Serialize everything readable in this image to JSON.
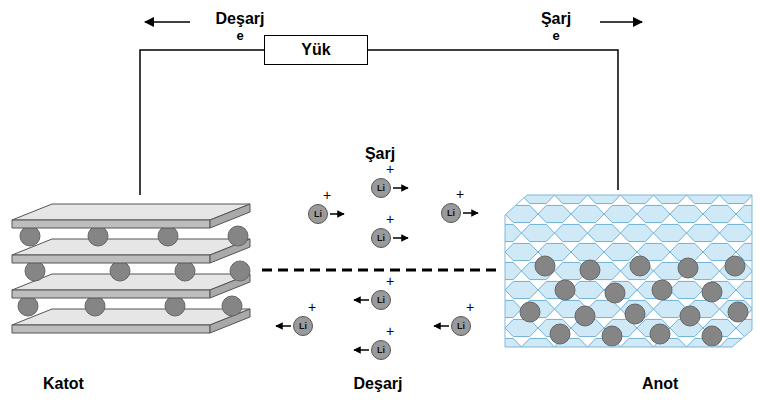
{
  "diagram": {
    "nodes": [
      {
        "text": [
          "Yük"
        ]
      },
      {
        "text": [
          "Katot"
        ]
      },
      {
        "text": [
          "Li",
          "+"
        ]
      },
      {
        "text": [
          "Li",
          "+"
        ]
      },
      {
        "text": [
          "Li",
          "+"
        ]
      },
      {
        "text": [
          "Li",
          "+"
        ]
      },
      {
        "text": [
          "Li",
          "+"
        ]
      },
      {
        "text": [
          "Li",
          "+"
        ]
      },
      {
        "text": [
          "Li",
          "+"
        ]
      },
      {
        "text": [
          "Li",
          "+"
        ]
      },
      {
        "text": [
          "Anot"
        ]
      }
    ],
    "edges": [
      {
        "from": 0,
        "to": 1,
        "arrow": "none"
      },
      {
        "from": 0,
        "to": 10,
        "arrow": "none"
      }
    ],
    "labels": [
      "Deşarj",
      "e",
      "Şarj",
      "e",
      "Şarj",
      "Deşarj"
    ]
  }
}
